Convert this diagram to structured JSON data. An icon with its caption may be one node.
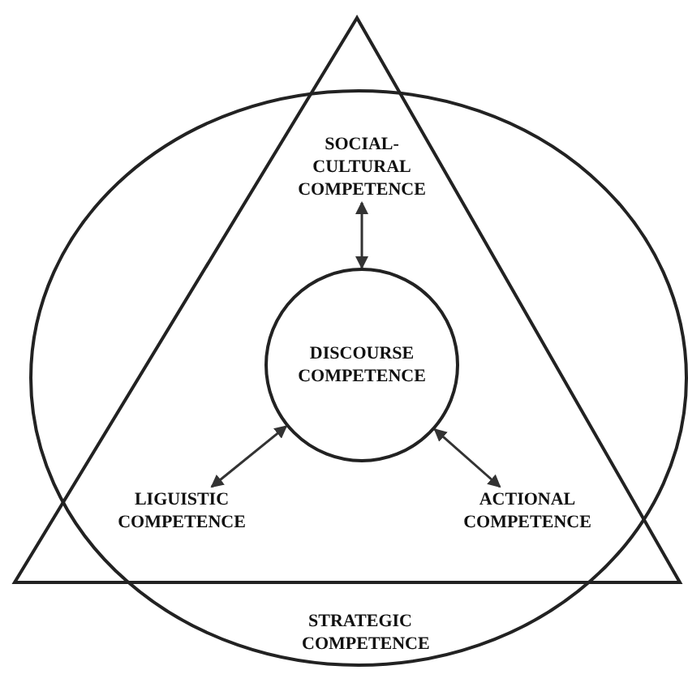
{
  "diagram": {
    "nodes": [
      {
        "text": [
          "STRATEGIC COMPETENCE"
        ]
      },
      {
        "text": [
          "SOCIAL-CULTURAL COMPETENCE"
        ],
        "in": 0
      },
      {
        "text": [
          "DISCOURSE COMPETENCE"
        ],
        "in": 0
      },
      {
        "text": [
          "LIGUISTIC COMPETENCE"
        ],
        "in": 0
      },
      {
        "text": [
          "ACTIONAL COMPETENCE"
        ],
        "in": 0
      }
    ],
    "edges": [
      {
        "from": 2,
        "to": 1,
        "arrow": "both"
      },
      {
        "from": 2,
        "to": 3,
        "arrow": "both"
      },
      {
        "from": 2,
        "to": 4,
        "arrow": "both"
      }
    ]
  }
}
